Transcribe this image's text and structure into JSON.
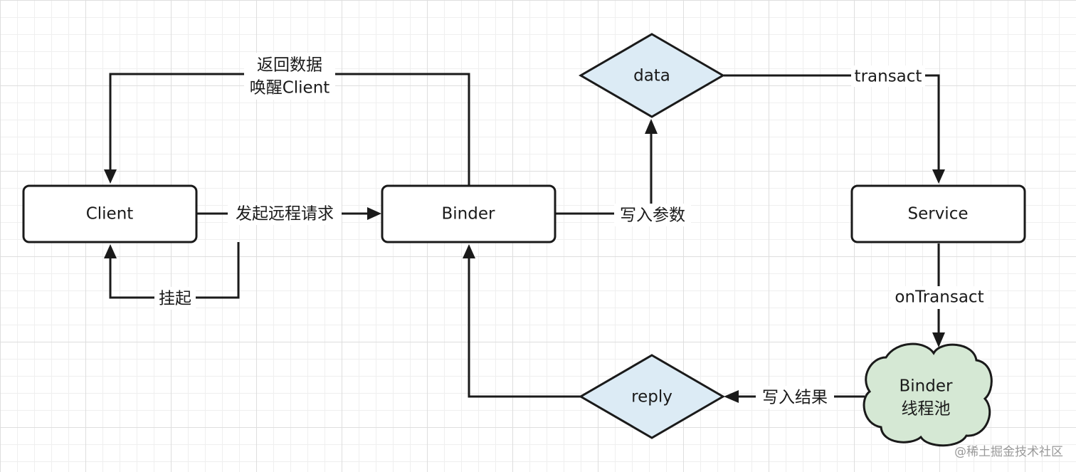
{
  "nodes": {
    "client": "Client",
    "binder": "Binder",
    "service": "Service",
    "data": "data",
    "reply": "reply",
    "pool_line1": "Binder",
    "pool_line2": "线程池"
  },
  "edges": {
    "return_line1": "返回数据",
    "return_line2": "唤醒Client",
    "remote_request": "发起远程请求",
    "suspend": "挂起",
    "write_params": "写入参数",
    "transact": "transact",
    "on_transact": "onTransact",
    "write_result": "写入结果"
  },
  "watermark": "@稀土掘金技术社区",
  "colors": {
    "diamond_fill": "#dcebf5",
    "cloud_fill": "#d5e8d4",
    "stroke": "#1a1a1a"
  }
}
